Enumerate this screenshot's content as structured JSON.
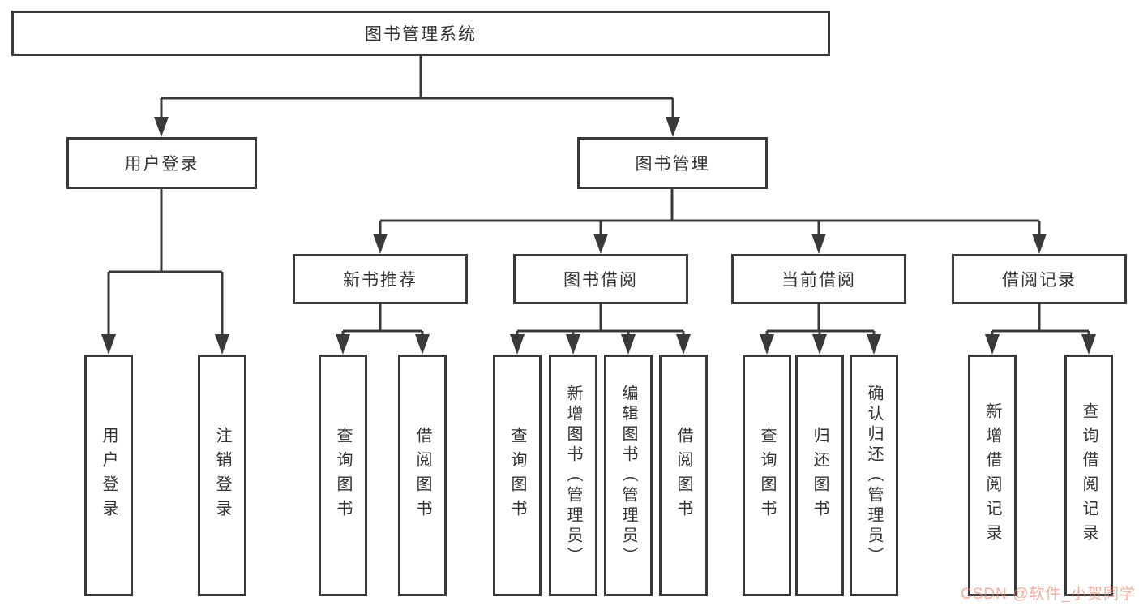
{
  "diagram": {
    "watermark": "CSDN @软件_小贺同学",
    "colors": {
      "line": "#3a3a3a",
      "text": "#333333",
      "box_background": "#ffffff",
      "watermark_accent": "#f08269"
    }
  },
  "nodes": {
    "root": "图书管理系统",
    "l2": [
      "用户登录",
      "图书管理"
    ],
    "l3": [
      "新书推荐",
      "图书借阅",
      "当前借阅",
      "借阅记录"
    ],
    "l4": {
      "login": [
        "用户登录",
        "注销登录"
      ],
      "recommend": [
        "查询图书",
        "借阅图书"
      ],
      "borrow": [
        "查询图书",
        "新增图书（管理员）",
        "编辑图书（管理员）",
        "借阅图书"
      ],
      "current": [
        "查询图书",
        "归还图书",
        "确认归还（管理员）"
      ],
      "records": [
        "新增借阅记录",
        "查询借阅记录"
      ]
    }
  }
}
